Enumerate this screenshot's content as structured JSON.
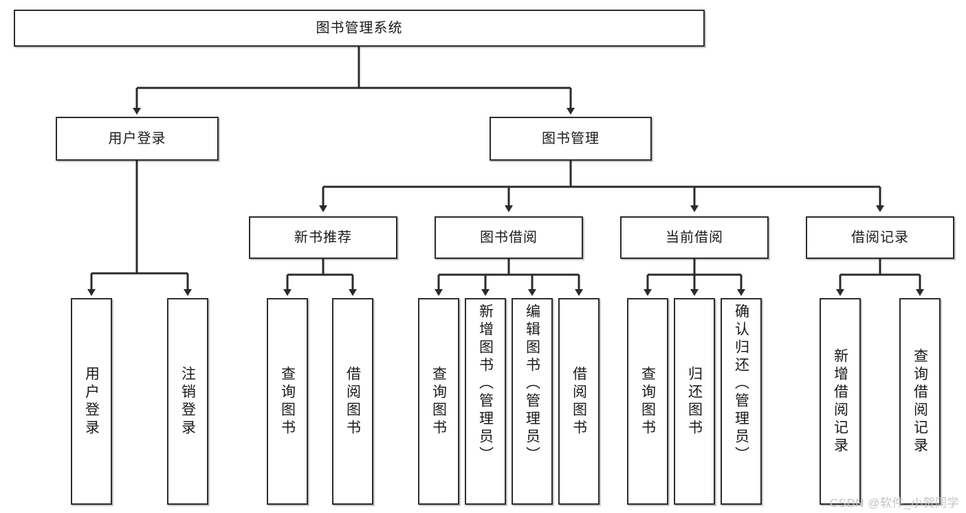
{
  "diagram": {
    "title": "图书管理系统",
    "watermark": "CSDN @软件_小贺同学",
    "level1": {
      "label": "图书管理系统"
    },
    "level2": [
      {
        "label": "用户登录"
      },
      {
        "label": "图书管理"
      }
    ],
    "level3": [
      {
        "label": "新书推荐"
      },
      {
        "label": "图书借阅"
      },
      {
        "label": "当前借阅"
      },
      {
        "label": "借阅记录"
      }
    ],
    "leaves": {
      "user_login": [
        {
          "label": "用户登录"
        },
        {
          "label": "注销登录"
        }
      ],
      "new_book": [
        {
          "label": "查询图书"
        },
        {
          "label": "借阅图书"
        }
      ],
      "book_borrow": [
        {
          "label": "查询图书"
        },
        {
          "label": "新增图书（管理员）"
        },
        {
          "label": "编辑图书（管理员）"
        },
        {
          "label": "借阅图书"
        }
      ],
      "current_borrow": [
        {
          "label": "查询图书"
        },
        {
          "label": "归还图书"
        },
        {
          "label": "确认归还（管理员）"
        }
      ],
      "borrow_record": [
        {
          "label": "新增借阅记录"
        },
        {
          "label": "查询借阅记录"
        }
      ]
    }
  },
  "colors": {
    "stroke": "#2b2b2b",
    "background": "#ffffff",
    "watermark": "#c3c3c3"
  }
}
